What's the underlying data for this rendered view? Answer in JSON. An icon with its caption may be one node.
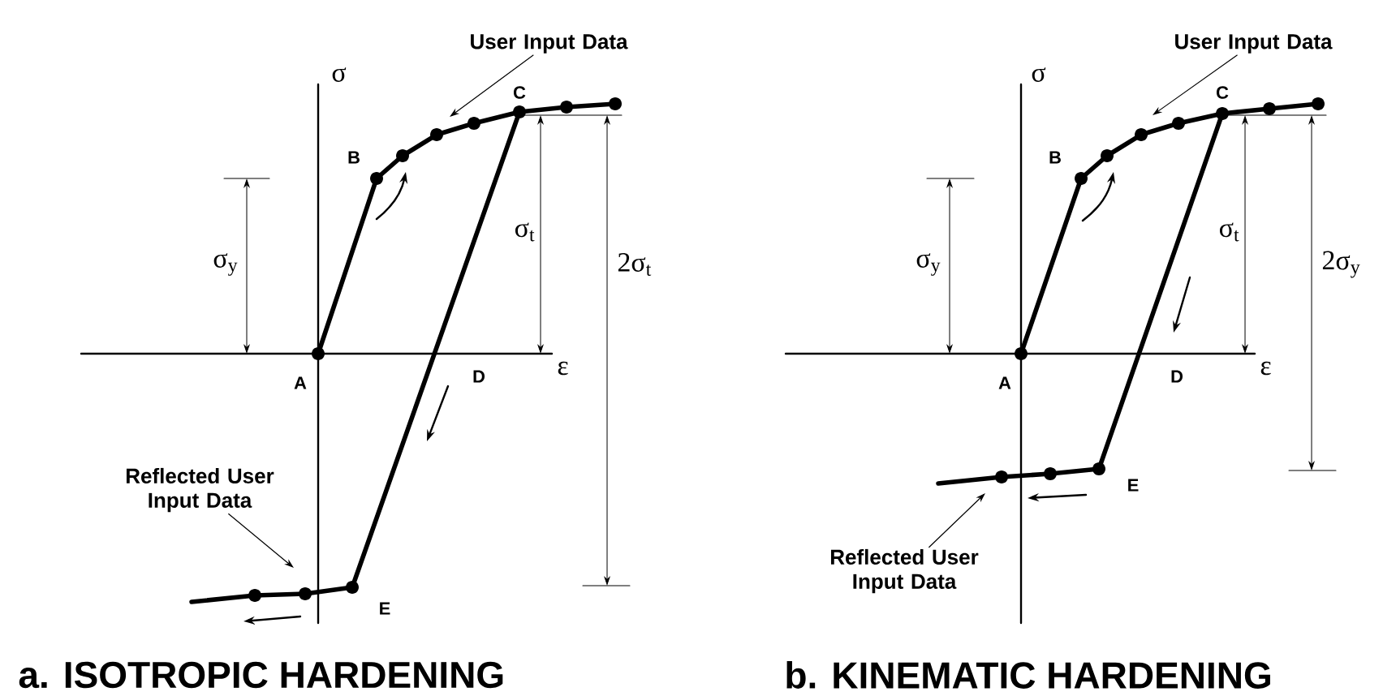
{
  "diagram": {
    "nodes": [
      {
        "text": [
          "User Input Data"
        ]
      },
      {
        "text": [
          "Reflected User Input Data"
        ]
      },
      {
        "text": [
          "User Input Data"
        ]
      },
      {
        "text": [
          "Reflected User Input Data"
        ]
      }
    ],
    "edges": [
      {
        "from": 0,
        "to": null,
        "arrow": "to"
      },
      {
        "from": 1,
        "to": null,
        "arrow": "to"
      },
      {
        "from": 2,
        "to": null,
        "arrow": "to"
      },
      {
        "from": 3,
        "to": null,
        "arrow": "to"
      }
    ],
    "labels": [
      "σ",
      "B",
      "C",
      "σ$_{y}$",
      "σ$_{t}$",
      "2σ$_{t}$",
      "ε",
      "A",
      "D",
      "E",
      "a.  ISOTROPIC  HARDENING",
      "σ",
      "B",
      "C",
      "σ$_{y}$",
      "σ$_{t}$",
      "2σ$_{y}$",
      "ε",
      "A",
      "D",
      "E",
      "b.  KINEMATIC HARDENING"
    ]
  }
}
